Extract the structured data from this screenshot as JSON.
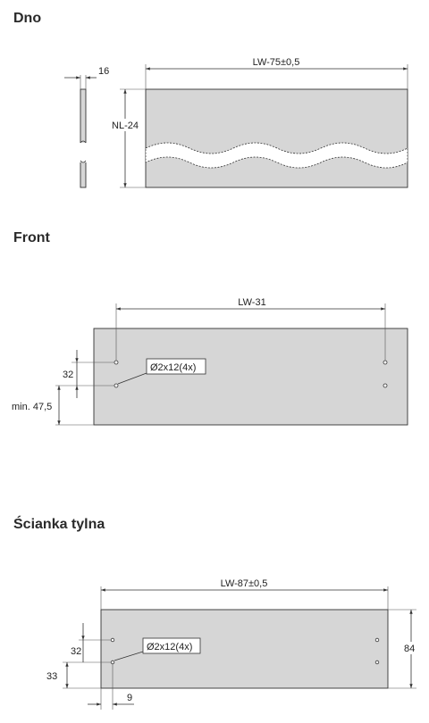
{
  "sections": {
    "dno": {
      "title": "Dno",
      "thickness_label": "16",
      "width_label": "LW-75±0,5",
      "height_label": "NL-24"
    },
    "front": {
      "title": "Front",
      "width_label": "LW-31",
      "spacing_label": "32",
      "min_label": "min. 47,5",
      "callout_label": "Ø2x12(4x)"
    },
    "back": {
      "title": "Ścianka tylna",
      "width_label": "LW-87±0,5",
      "height_label": "84",
      "spacing_label": "32",
      "bottom_label": "33",
      "offset_label": "9",
      "callout_label": "Ø2x12(4x)"
    }
  }
}
